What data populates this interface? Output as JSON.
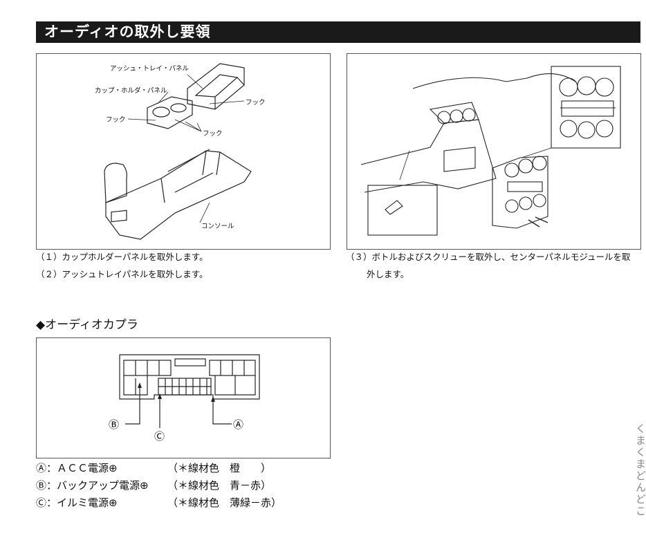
{
  "title": "オーディオの取外し要領",
  "fig1": {
    "labels": {
      "ash_tray": "アッシュ・トレイ・パネル",
      "cup_holder": "カップ・ホルダ・パネル",
      "hook_a": "フック",
      "hook_b": "フック",
      "hook_c": "フック",
      "console": "コンソール"
    }
  },
  "steps": {
    "s1": "（１）カップホルダーパネルを取外します。",
    "s2": "（２）アッシュトレイパネルを取外します。",
    "s3_line1": "（３）ボトルおよびスクリューを取外し、センターパネルモジュールを取",
    "s3_line2": "外します。"
  },
  "coupler": {
    "heading": "◆オーディオカプラ",
    "markers": {
      "a": "Ⓐ",
      "b": "Ⓑ",
      "c": "Ⓒ"
    }
  },
  "legend": [
    {
      "label": "Ⓐ：ＡＣＣ電源⊕",
      "wire": "（＊線材色　橙　　）"
    },
    {
      "label": "Ⓑ：バックアップ電源⊕",
      "wire": "（＊線材色　青－赤）"
    },
    {
      "label": "Ⓒ：イルミ電源⊕",
      "wire": "（＊線材色　薄緑－赤）"
    }
  ],
  "side_text": "くまくまどんどこ"
}
